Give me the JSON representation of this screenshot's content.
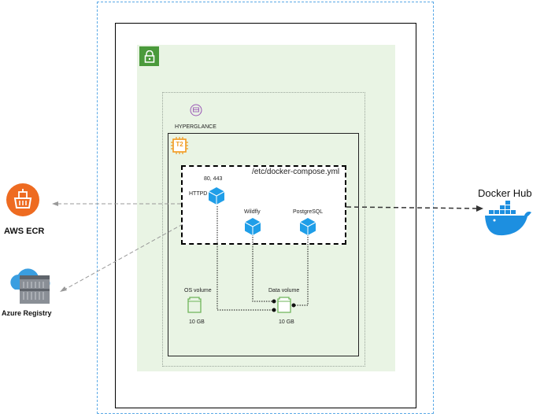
{
  "diagram": {
    "compose_file": "/etc/docker-compose.yml",
    "account_label": "HYPERGLANCE",
    "instance_badge": "T2",
    "containers": {
      "httpd": {
        "name": "HTTPD",
        "ports": "80, 443"
      },
      "wildfly": {
        "name": "Wildfly"
      },
      "postgres": {
        "name": "PostgreSQL"
      }
    },
    "volumes": {
      "os": {
        "name": "OS volume",
        "size": "10 GB"
      },
      "data": {
        "name": "Data volume",
        "size": "10 GB"
      }
    },
    "registries": {
      "docker_hub": "Docker Hub",
      "aws_ecr": "AWS ECR",
      "azure": "Azure Registry"
    }
  },
  "colors": {
    "container_blue": "#1f9ee8",
    "volume_green": "#6fb55a",
    "aws_orange": "#ee6b21",
    "docker_blue": "#1d8fe0",
    "badge_orange": "#f29a1e",
    "purple_icon": "#9b59b6"
  },
  "icons": [
    "lock-icon",
    "chip-icon",
    "org-icon",
    "container-icon",
    "volume-icon",
    "aws-ecr-icon",
    "azure-registry-icon",
    "docker-whale-icon"
  ]
}
